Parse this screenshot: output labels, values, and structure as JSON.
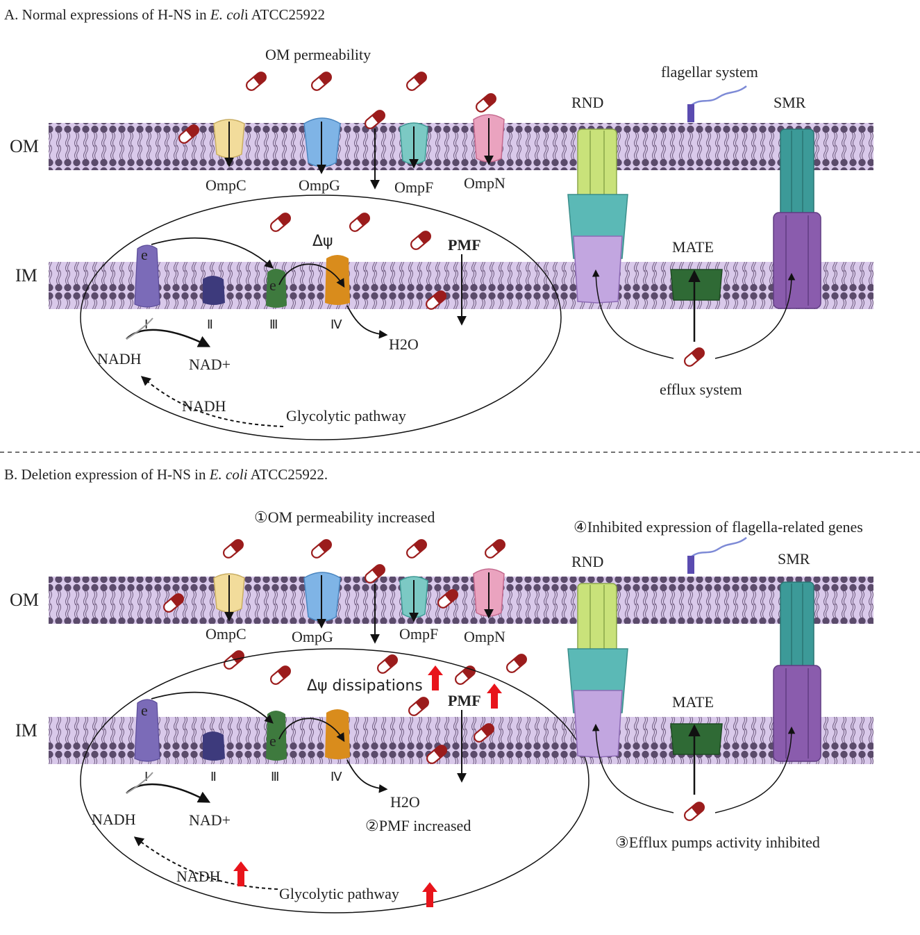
{
  "panel_a": {
    "title_prefix": "A. Normal expressions of H-NS in ",
    "title_species": "E. col",
    "title_suffix": "i ATCC25922",
    "om_permeability": "OM permeability",
    "flagellar": "flagellar system",
    "efflux": "efflux system",
    "delta_psi": "Δψ",
    "pmf": "PMF",
    "h2o": "H2O",
    "nadh_top": "NADH",
    "nad_plus": "NAD+",
    "nadh_bottom": "NADH",
    "glycolytic": "Glycolytic pathway"
  },
  "panel_b": {
    "title_prefix": "B. Deletion expression of H-NS in ",
    "title_species": "E. coli",
    "title_suffix": " ATCC25922.",
    "om_permeability": "①OM permeability  increased",
    "flagellar": "④Inhibited expression of flagella-related genes",
    "efflux": "③Efflux pumps activity inhibited",
    "delta_psi": "Δψ dissipations",
    "pmf": "PMF",
    "h2o": "H2O",
    "pmf_increased": "②PMF increased",
    "nadh_top": "NADH",
    "nad_plus": "NAD+",
    "nadh_bottom": "NADH",
    "glycolytic": "Glycolytic pathway"
  },
  "shared": {
    "om": "OM",
    "im": "IM",
    "porins": [
      "OmpC",
      "OmpG",
      "OmpF",
      "OmpN"
    ],
    "complexes": [
      "Ⅰ",
      "Ⅱ",
      "Ⅲ",
      "Ⅳ"
    ],
    "electron": "e",
    "rnd": "RND",
    "smr": "SMR",
    "mate": "MATE"
  },
  "colors": {
    "membrane": "#d9c9ea",
    "head": "#5b4b6b",
    "drug": "#9b1c1c",
    "ompc": "#f2dc9b",
    "ompg": "#7fb4e6",
    "ompf": "#7cc9c4",
    "ompn": "#eaa3bf",
    "complex1": "#7b6bb8",
    "complex2": "#3d3a7c",
    "complex3": "#3e7a3e",
    "complex4": "#d98c1c",
    "rnd_top": "#c9e27a",
    "rnd_mid": "#5bb9b6",
    "rnd_bot": "#c2a6e0",
    "smr_top": "#3c9a98",
    "smr_bot": "#8a5cad",
    "mate": "#2f6a35",
    "red_arrow": "#e8141b"
  }
}
